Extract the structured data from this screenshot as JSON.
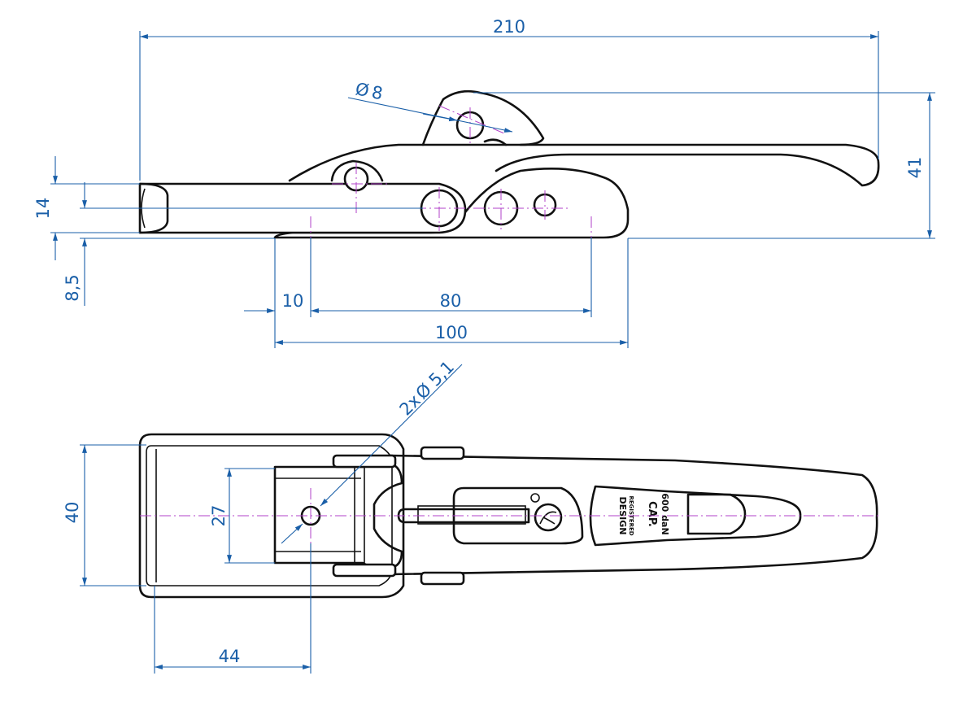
{
  "dimensions": {
    "overall_length": "210",
    "pivot_diameter": "8",
    "height": "41",
    "bar_thickness": "14",
    "base_offset": "8,5",
    "edge_offset": "10",
    "hole_spacing": "80",
    "base_length": "100",
    "mount_holes": "2x",
    "mount_hole_diameter": "5,1",
    "width": "40",
    "hole_width": "27",
    "hole_offset": "44",
    "diameter_symbol": "Ø"
  },
  "engraving": {
    "design_line1": "DESIGN",
    "design_line2": "REGISTERED",
    "cap_line1": "CAP.",
    "cap_line2": "600 daN"
  },
  "colors": {
    "dimension": "#1a5fa8",
    "centerline": "#b040c8",
    "outline": "#111111"
  }
}
